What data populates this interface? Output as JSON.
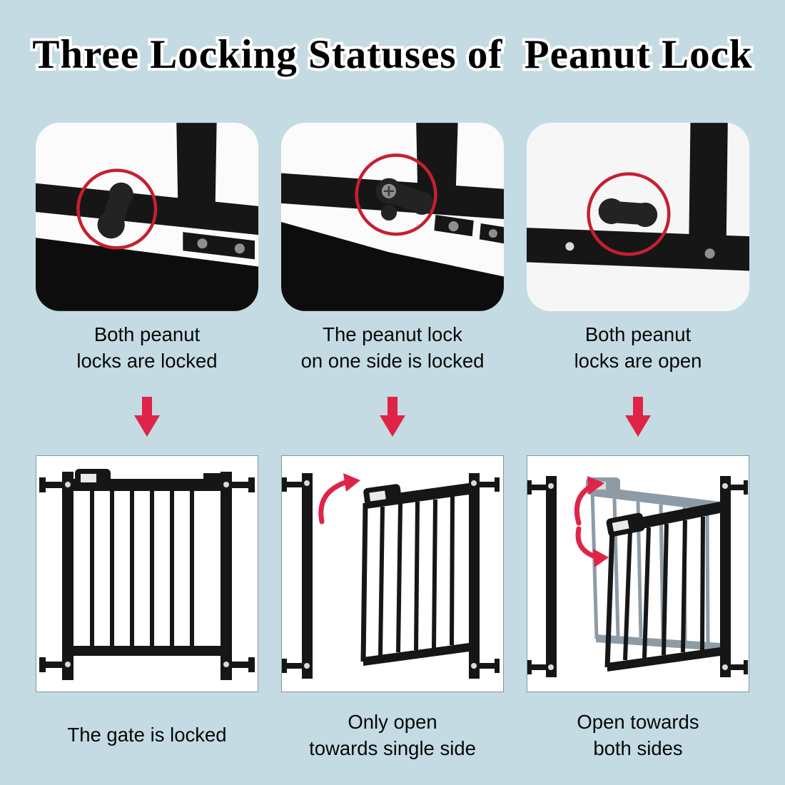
{
  "title": "Three Locking Statuses of  Peanut Lock",
  "colors": {
    "background": "#c4dbe3",
    "accent_red": "#c5202f",
    "arrow_red": "#df2447",
    "ink": "#161616",
    "gray_gate": "#8d9ba6"
  },
  "columns": [
    {
      "lock_caption": "Both peanut\nlocks are locked",
      "gate_caption": "The gate is locked"
    },
    {
      "lock_caption": "The peanut lock\non one side is locked",
      "gate_caption": "Only open\ntowards single side"
    },
    {
      "lock_caption": "Both peanut\nlocks are open",
      "gate_caption": "Open towards\nboth sides"
    }
  ]
}
